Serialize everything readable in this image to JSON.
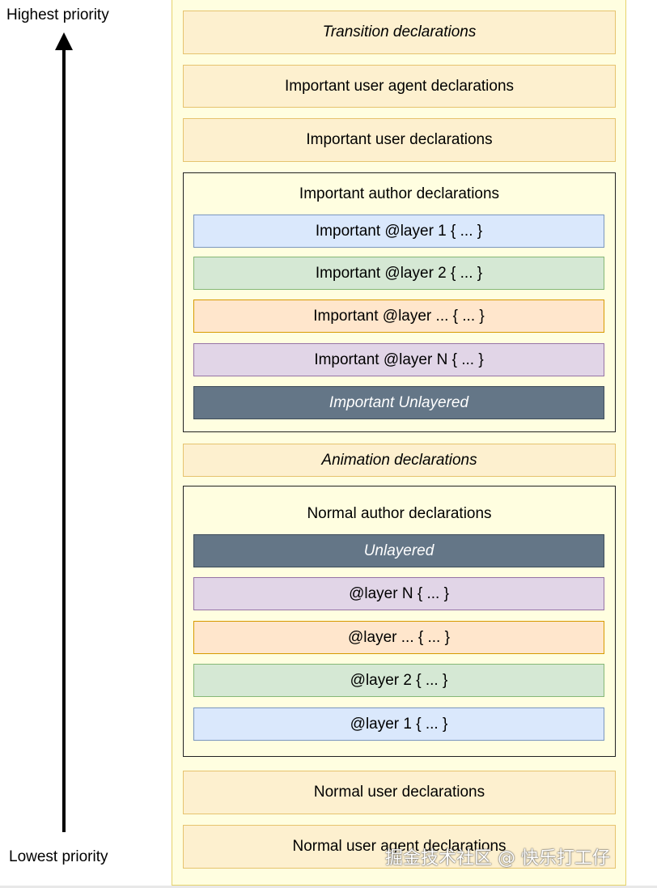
{
  "axis": {
    "top_label": "Highest priority",
    "bottom_label": "Lowest priority"
  },
  "items": {
    "transition": "Transition declarations",
    "important_user_agent": "Important user agent declarations",
    "important_user": "Important user declarations",
    "important_author_title": "Important author declarations",
    "important_layers": [
      "Important @layer 1 { ... }",
      "Important @layer 2 { ... }",
      "Important @layer ... { ... }",
      "Important @layer N { ... }"
    ],
    "important_unlayered": "Important Unlayered",
    "animation": "Animation declarations",
    "normal_author_title": "Normal author declarations",
    "normal_unlayered": "Unlayered",
    "normal_layers": [
      "@layer N { ... }",
      "@layer ... { ... }",
      "@layer 2 { ... }",
      "@layer 1 { ... }"
    ],
    "normal_user": "Normal user declarations",
    "normal_user_agent": "Normal user agent declarations"
  },
  "watermark": "掘金技术社区 @ 快乐打工仔",
  "colors": {
    "cream_fill": "#fdf0cf",
    "panel_fill": "#fffee0",
    "blue_fill": "#dae8fc",
    "green_fill": "#d5e8d4",
    "orange_fill": "#ffe6cc",
    "purple_fill": "#e1d5e7",
    "slate_fill": "#647687"
  }
}
